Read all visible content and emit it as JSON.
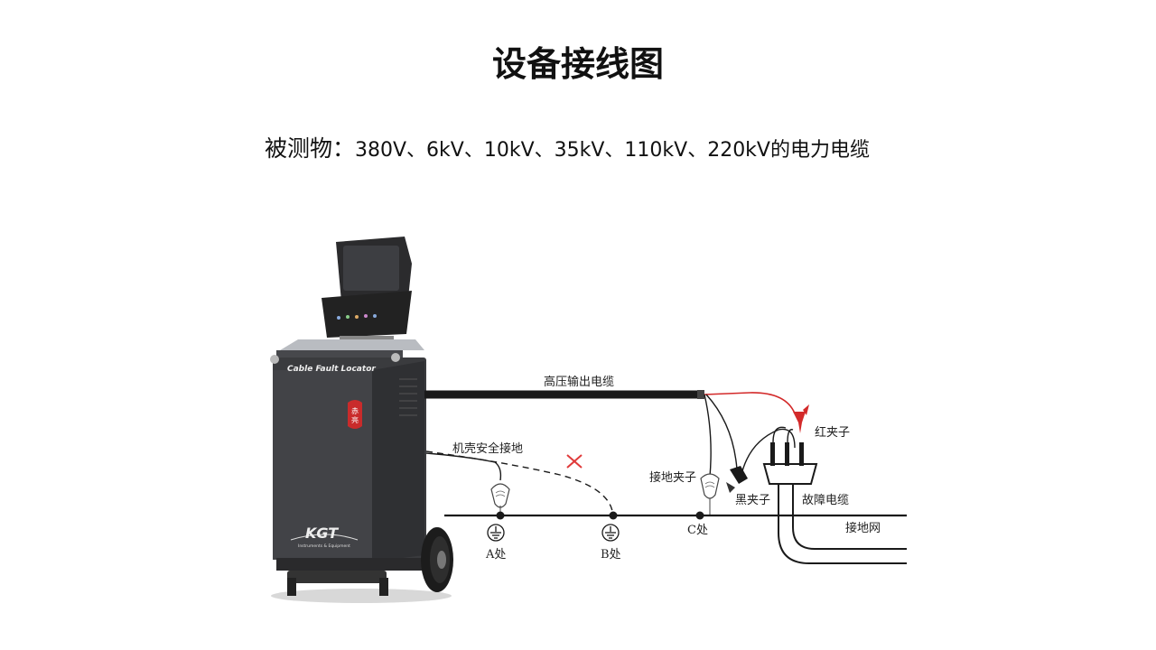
{
  "title": "设备接线图",
  "subtitle": {
    "label": "被测物：",
    "text": "380V、6kV、10kV、35kV、110kV、220kV的电力电缆"
  },
  "device": {
    "model_label": "Cable Fault Locator",
    "seal_text": "赤\n亮",
    "logo": "KGT",
    "logo_sub": "Instruments & Equipment"
  },
  "labels": {
    "hv_cable": "高压输出电缆",
    "chassis_ground": "机壳安全接地",
    "ground_clamp": "接地夹子",
    "black_clamp": "黑夹子",
    "red_clamp": "红夹子",
    "fault_cable": "故障电缆",
    "ground_net": "接地网",
    "point_a": "A处",
    "point_b": "B处",
    "point_c": "C处"
  },
  "colors": {
    "cable": "#1a1a1a",
    "red_wire": "#d32a2a",
    "cross": "#e03a3a",
    "device_body": "#3a3b3e"
  }
}
